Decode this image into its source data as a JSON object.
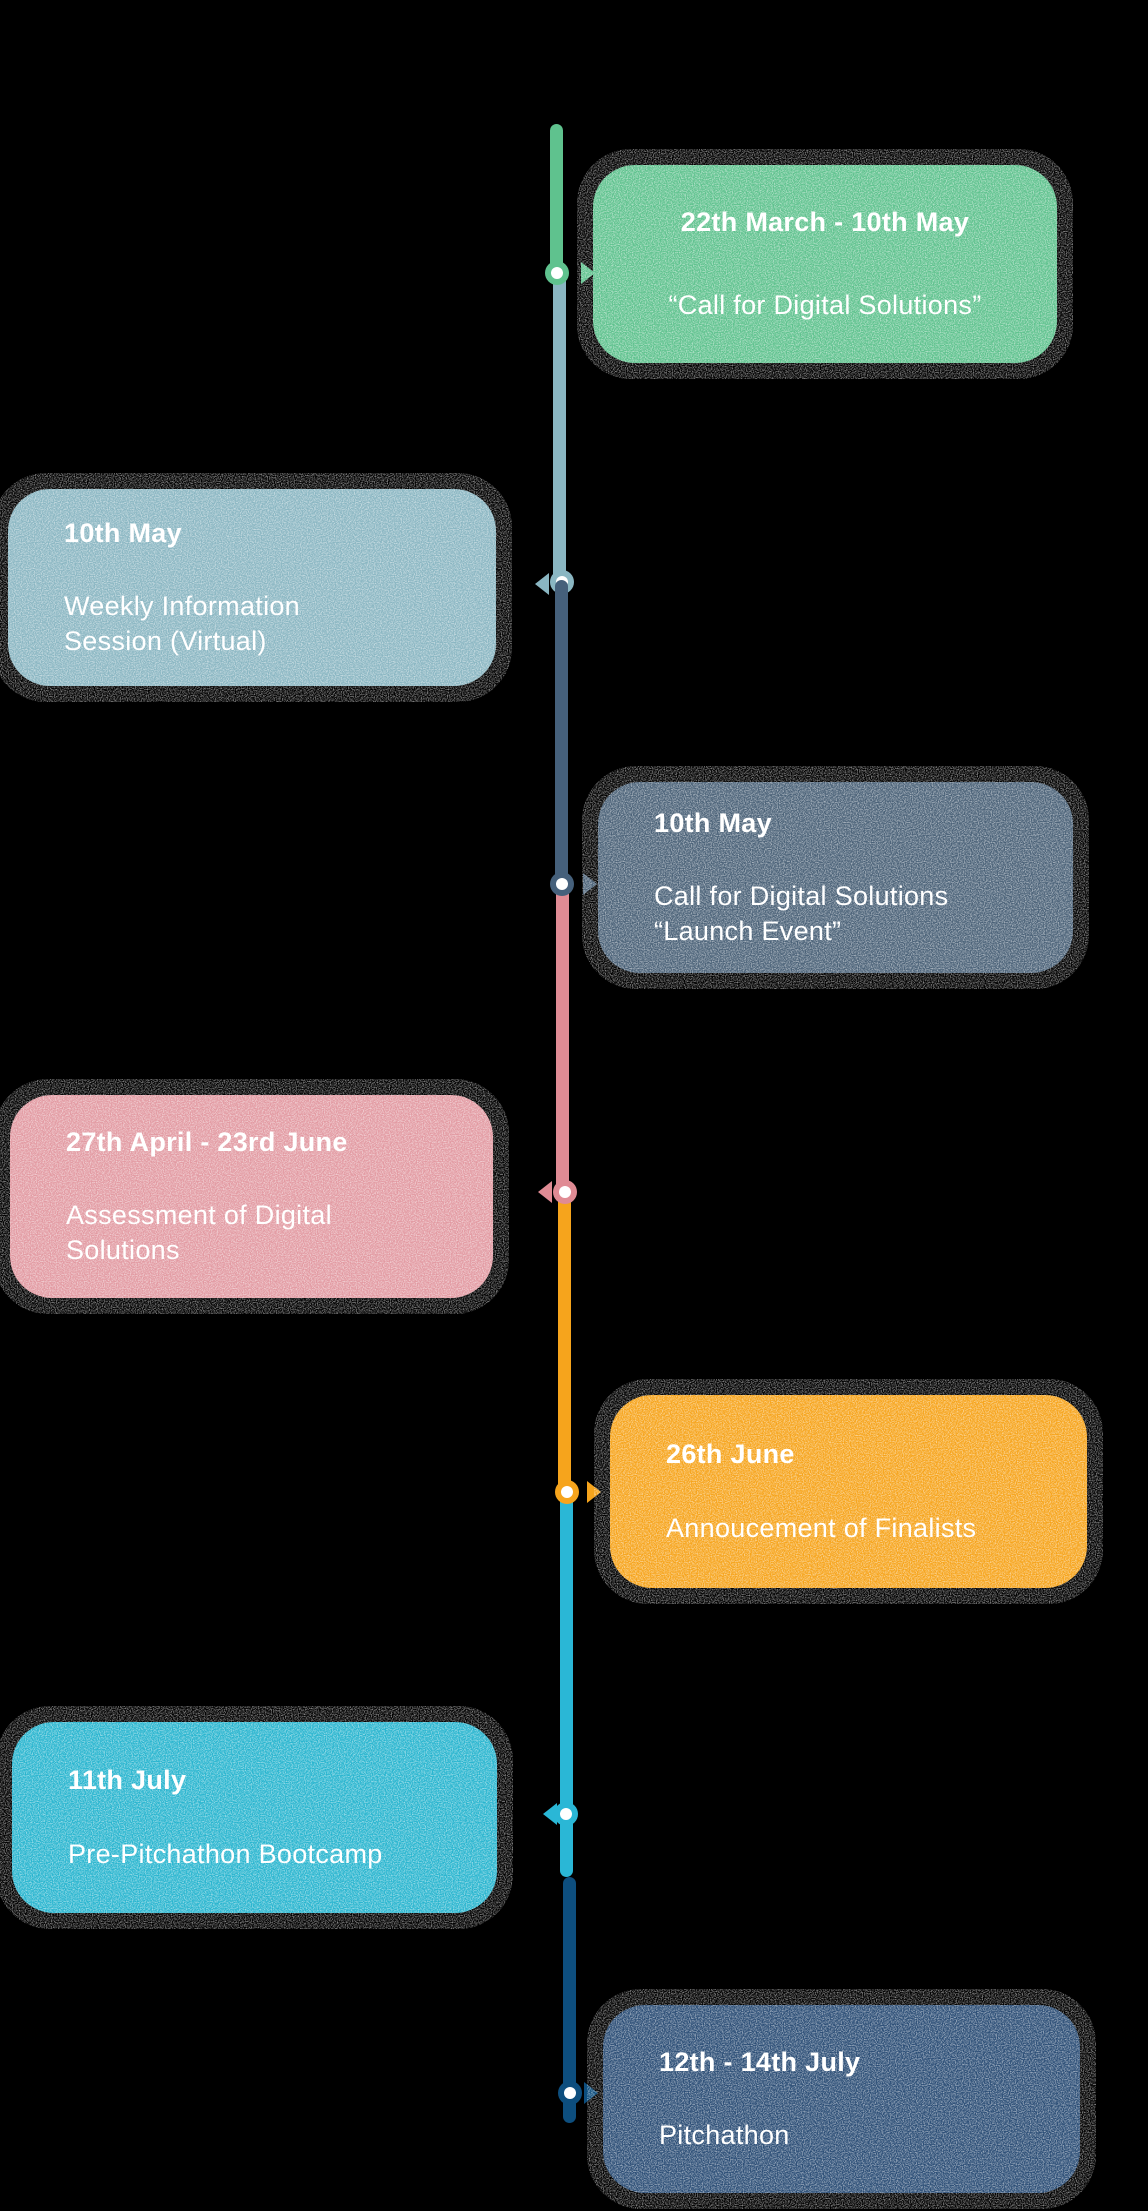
{
  "canvas": {
    "background": "#000000"
  },
  "timeline": {
    "name": "Pitchathon schedule timeline",
    "events": [
      {
        "side": "right",
        "date": "22th March - 10th May",
        "text": "“Call for Digital Solutions”",
        "card_color": "#5FC28E",
        "line_color": "#5FC28E"
      },
      {
        "side": "left",
        "date": "10th May",
        "text": "Weekly Information\nSession (Virtual)",
        "card_color": "#8AB6C2",
        "line_color": "#8AB6C2"
      },
      {
        "side": "right",
        "date": "10th May",
        "text": "Call for Digital Solutions\n“Launch Event”",
        "card_color": "#4B6278",
        "line_color": "#45607B"
      },
      {
        "side": "left",
        "date": "27th April - 23rd June",
        "text": "Assessment of Digital\nSolutions",
        "card_color": "#E29AA2",
        "line_color": "#E08B94"
      },
      {
        "side": "right",
        "date": "26th June",
        "text": "Annoucement of Finalists",
        "card_color": "#F6A41C",
        "line_color": "#F6A41C"
      },
      {
        "side": "left",
        "date": "11th July",
        "text": "Pre-Pitchathon Bootcamp",
        "card_color": "#29B5CF",
        "line_color": "#2AB7D6"
      },
      {
        "side": "right",
        "date": "12th - 14th July",
        "text": "Pitchathon",
        "card_color": "#2C4E76",
        "line_color": "#0D4E7E"
      }
    ]
  }
}
